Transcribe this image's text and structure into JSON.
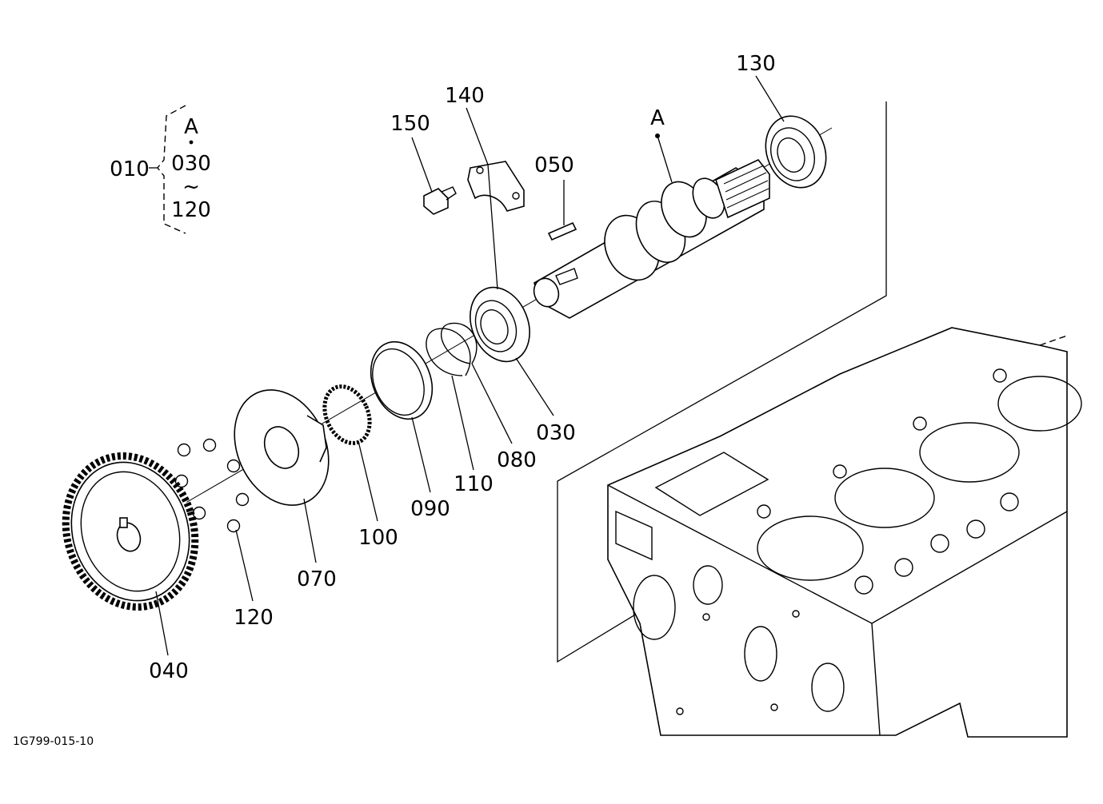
{
  "diagram": {
    "labels": {
      "p010": "010",
      "p030": "030",
      "p040": "040",
      "p050": "050",
      "p070": "070",
      "p080": "080",
      "p090": "090",
      "p100": "100",
      "p110": "110",
      "p120": "120",
      "p130": "130",
      "p140": "140",
      "p150": "150"
    },
    "legend": {
      "ref": "A",
      "from": "030",
      "tilde": "~",
      "to": "120"
    },
    "ref_point": "A",
    "figure_code": "1G799-015-10"
  }
}
